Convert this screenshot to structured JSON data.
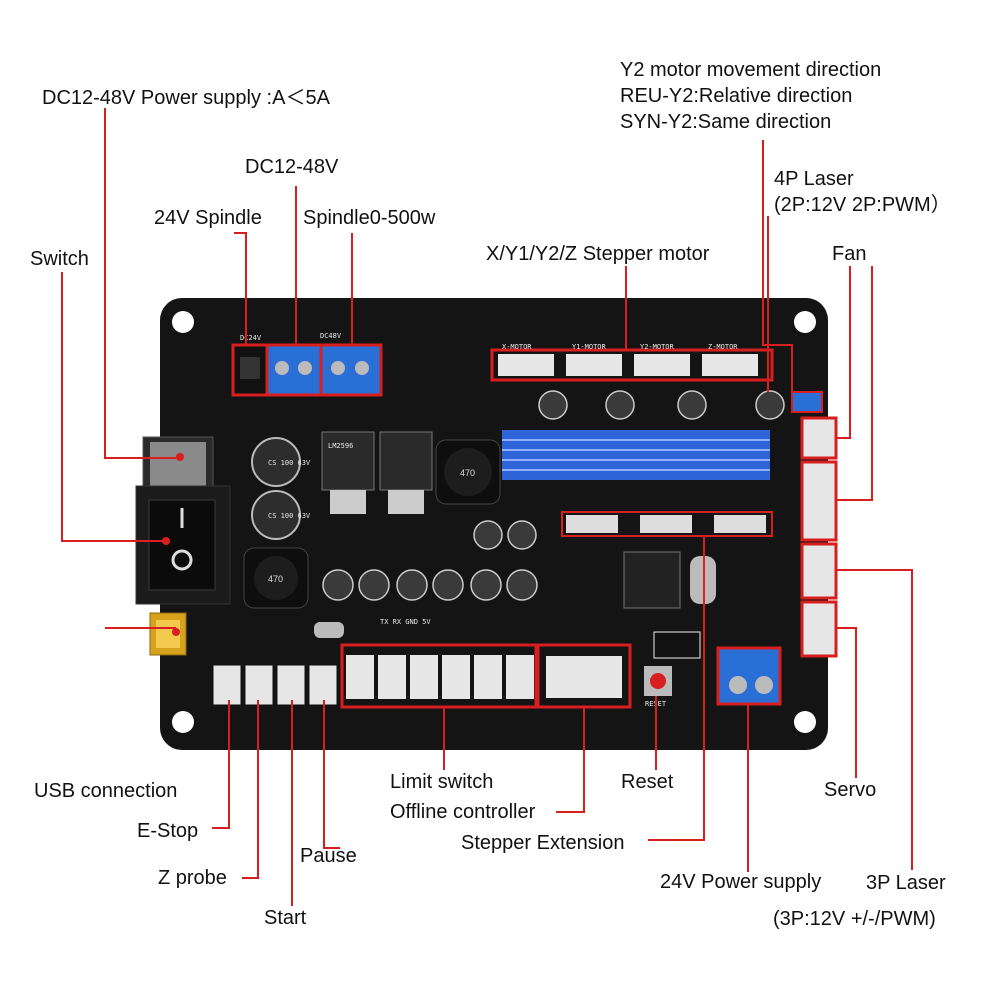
{
  "labels": {
    "power_supply_main": "DC12-48V Power supply :A＜5A",
    "switch": "Switch",
    "dc12_48v": "DC12-48V",
    "spindle_24v": "24V Spindle",
    "spindle_500w": "Spindle0-500w",
    "y2_dir_line1": "Y2 motor movement direction",
    "y2_dir_line2": "REU-Y2:Relative direction",
    "y2_dir_line3": "SYN-Y2:Same direction",
    "laser4p_line1": "4P Laser",
    "laser4p_line2": "(2P:12V 2P:PWM）",
    "fan": "Fan",
    "stepper_motor": "X/Y1/Y2/Z Stepper motor",
    "usb": "USB connection",
    "estop": "E-Stop",
    "zprobe": "Z probe",
    "start": "Start",
    "pause": "Pause",
    "limit_switch": "Limit switch",
    "offline_controller": "Offline controller",
    "stepper_extension": "Stepper Extension",
    "reset": "Reset",
    "power_24v": "24V Power supply",
    "servo": "Servo",
    "laser3p_line1": "3P Laser",
    "laser3p_line2": "(3P:12V +/-/PWM)"
  },
  "board_silkscreen": {
    "dc24v": "DC24V",
    "dc48v": "DC48V",
    "x_motor": "X-MOTOR",
    "y1_motor": "Y1-MOTOR",
    "y2_motor": "Y2-MOTOR",
    "z_motor": "Z-MOTOR",
    "reset": "RESET",
    "uart": "TX RX GND 5V",
    "cap_top": "CS 100 63V",
    "cap_bottom": "CS 100 63V",
    "inductor_top": "470",
    "inductor_bottom": "470",
    "regulator": "LM2596"
  },
  "colors": {
    "board": "#141414",
    "highlight": "#d81e1e",
    "leader": "#d81e1e",
    "terminal_blue": "#2a6fd6",
    "heatsink": "#2f64d8"
  }
}
